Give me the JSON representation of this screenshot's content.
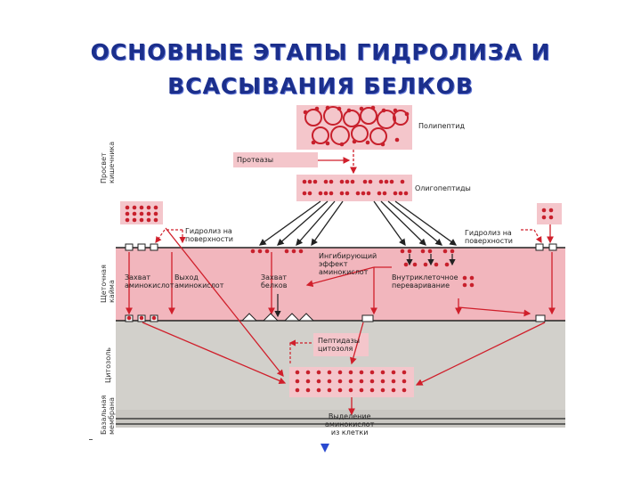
{
  "title": {
    "line1": "ОСНОВНЫЕ  ЭТАПЫ  ГИДРОЛИЗА  И",
    "line2": "ВСАСЫВАНИЯ  БЕЛКОВ"
  },
  "labels": {
    "polypeptide": "Полипептид",
    "proteases": "Протеазы",
    "oligopeptides": "Олигопептиды",
    "surface_hydrolysis_left": [
      "Гидролиз на",
      "поверхности"
    ],
    "surface_hydrolysis_right": [
      "Гидролиз на",
      "поверхности"
    ],
    "inhibitory_effect": [
      "Ингибирующий",
      "эффект",
      "аминокислот"
    ],
    "amino_capture": [
      "Захват",
      "аминокислот"
    ],
    "amino_release": [
      "Выход",
      "аминокислот"
    ],
    "protein_capture": [
      "Захват",
      "белков"
    ],
    "intracellular_digestion": [
      "Внутриклеточное",
      "переваривание"
    ],
    "cytosol_peptidases": [
      "Пептидазы",
      "цитозоля"
    ],
    "amino_exit": [
      "Выделение",
      "аминокислот",
      "из клетки"
    ]
  },
  "side_labels": {
    "lumen": [
      "Просвет",
      "кишечника"
    ],
    "cell_membrane": [
      "Щеточная",
      "кайма"
    ],
    "cytosol": "Цитозоль",
    "basal_membrane": [
      "Базальная",
      "мембрана"
    ]
  },
  "colors": {
    "title": "#1b2f8c",
    "dot": "#c8202c",
    "arrow_red": "#d01f2b",
    "arrow_black": "#222222",
    "cell_layer": "#f2b6bd",
    "cytosol_layer": "#d2d0cb",
    "blue_marker": "#2b4bd0"
  }
}
